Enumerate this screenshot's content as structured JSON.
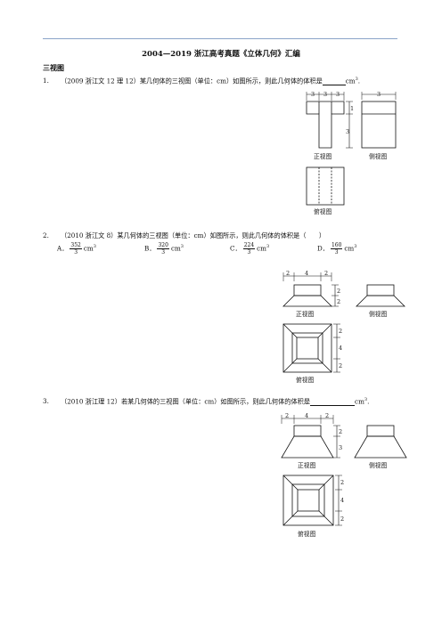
{
  "title": "2004—2019 浙江高考真题《立体几何》汇编",
  "section": "三视图",
  "unit_sup": "3",
  "q1": {
    "num": "1.",
    "text": "（2009 浙江文 12 理 12）某几何体的三视图（单位：cm）如图所示，则此几何体的体积是",
    "unit": "cm",
    "end": ".",
    "fig": {
      "front_label": "正视图",
      "side_label": "侧视图",
      "top_label": "俯视图",
      "dims": [
        "3",
        "1",
        "3",
        "3"
      ]
    }
  },
  "q2": {
    "num": "2.",
    "text": "（2010 浙江文 8）某几何体的三视图（单位：cm）如图所示，则此几何体的体积是（　　）",
    "options": [
      {
        "letter": "A．",
        "num": "352",
        "den": "3",
        "unit": "cm"
      },
      {
        "letter": "B．",
        "num": "320",
        "den": "3",
        "unit": "cm"
      },
      {
        "letter": "C．",
        "num": "224",
        "den": "3",
        "unit": "cm"
      },
      {
        "letter": "D．",
        "num": "160",
        "den": "3",
        "unit": "cm"
      }
    ],
    "fig": {
      "front_label": "正视图",
      "side_label": "侧视图",
      "top_label": "俯视图",
      "front_top_dims": [
        "2",
        "4",
        "2"
      ],
      "front_side_dims": [
        "2",
        "2"
      ],
      "top_side_dims": [
        "2",
        "4",
        "2"
      ]
    }
  },
  "q3": {
    "num": "3.",
    "text": "（2010 浙江理 12）若某几何体的三视图（单位：cm）如图所示，则此几何体的体积是",
    "unit": "cm",
    "end": ".",
    "fig": {
      "front_label": "正视图",
      "side_label": "侧视图",
      "top_label": "俯视图",
      "front_top_dims": [
        "2",
        "4",
        "2"
      ],
      "front_side_dims": [
        "2",
        "3"
      ],
      "top_side_dims": [
        "2",
        "4",
        "2"
      ]
    }
  }
}
